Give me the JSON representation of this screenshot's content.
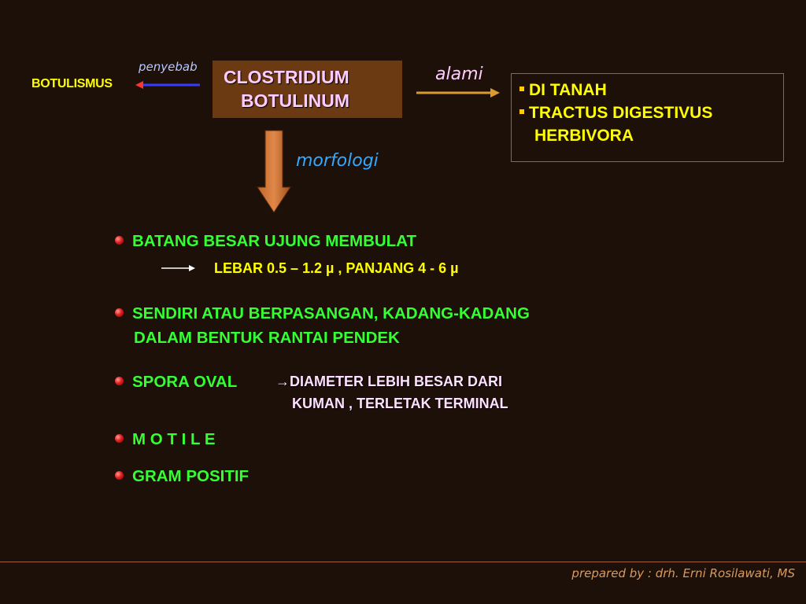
{
  "slide": {
    "left_label": "BOTULISMUS",
    "cause_label": "penyebab",
    "center": {
      "line1": "CLOSTRIDIUM",
      "line2": "BOTULINUM"
    },
    "nature_label": "alami",
    "habitat": [
      "DI TANAH",
      "TRACTUS DIGESTIVUS",
      "HERBIVORA"
    ],
    "morph_label": "morfologi",
    "bullets": {
      "b1": "BATANG BESAR UJUNG MEMBULAT",
      "b1_sub": "LEBAR 0.5 – 1.2 µ  ,  PANJANG  4  -  6 µ",
      "b2_l1": "SENDIRI ATAU BERPASANGAN, KADANG-KADANG",
      "b2_l2": "DALAM BENTUK RANTAI PENDEK",
      "b3": "SPORA OVAL",
      "b3_arrow": "→",
      "b3_detail_l1": "DIAMETER LEBIH BESAR DARI",
      "b3_detail_l2": "KUMAN , TERLETAK TERMINAL",
      "b4": "M O T I L E",
      "b5": "GRAM  POSITIF"
    },
    "footer": "prepared  by  : drh. Erni Rosilawati, MS"
  },
  "colors": {
    "background": "#1c1008",
    "center_box": "#6b3a12",
    "bullet_text": "#33ff33",
    "highlight_yellow": "#ffff00",
    "morph_blue": "#33aaff"
  }
}
